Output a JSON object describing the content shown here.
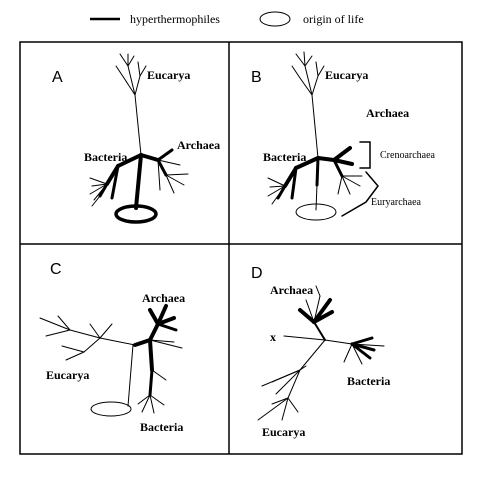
{
  "legend": {
    "line_label": "hyperthermophiles",
    "ellipse_label": "origin of life"
  },
  "panels": {
    "A": {
      "letter": "A",
      "labels": {
        "eucarya": "Eucarya",
        "archaea": "Archaea",
        "bacteria": "Bacteria"
      }
    },
    "B": {
      "letter": "B",
      "labels": {
        "eucarya": "Eucarya",
        "archaea": "Archaea",
        "bacteria": "Bacteria",
        "crenarchaea": "Crenoarchaea",
        "euryarchaea": "Euryarchaea"
      }
    },
    "C": {
      "letter": "C",
      "labels": {
        "archaea": "Archaea",
        "eucarya": "Eucarya",
        "bacteria": "Bacteria"
      }
    },
    "D": {
      "letter": "D",
      "labels": {
        "archaea": "Archaea",
        "x_mark": "x",
        "bacteria": "Bacteria",
        "eucarya": "Eucarya"
      }
    }
  },
  "colors": {
    "ink": "#000000",
    "background": "#ffffff"
  }
}
